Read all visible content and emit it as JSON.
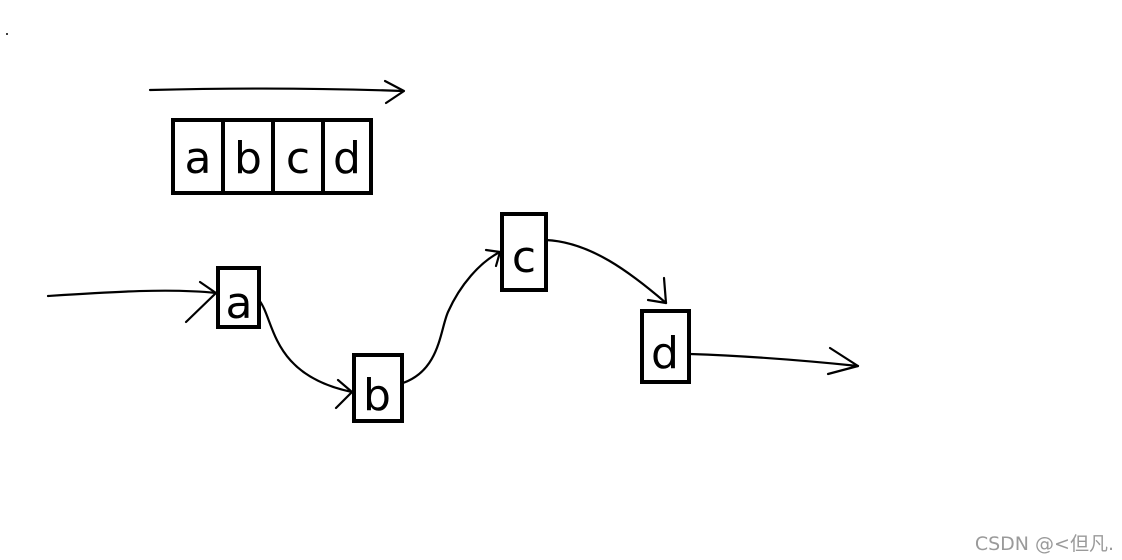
{
  "array": {
    "cells": [
      "a",
      "b",
      "c",
      "d"
    ]
  },
  "linked_list": {
    "nodes": [
      "a",
      "b",
      "c",
      "d"
    ]
  },
  "watermark": "CSDN @<但凡."
}
